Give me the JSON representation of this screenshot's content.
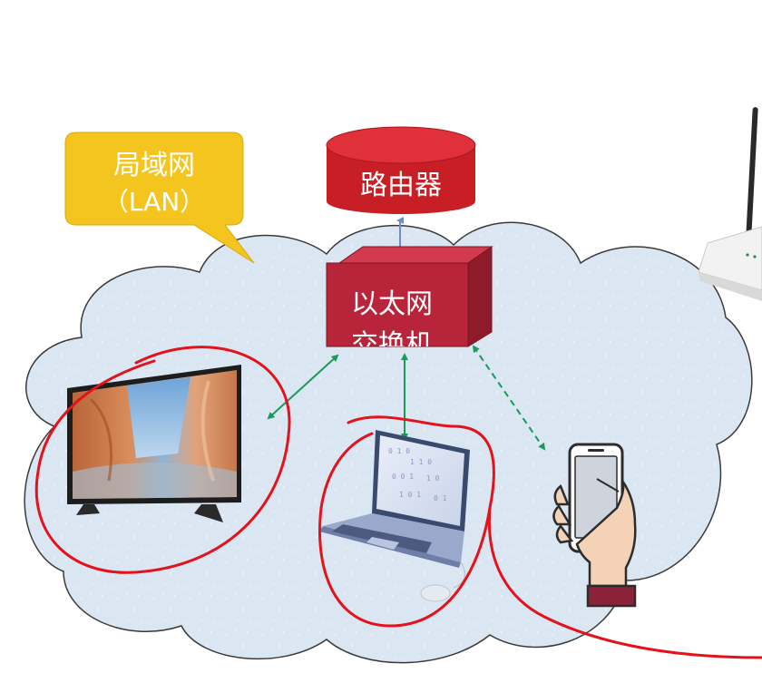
{
  "callout": {
    "line1": "局域网",
    "line2": "（LAN）"
  },
  "router": {
    "label": "路由器"
  },
  "switch": {
    "line1": "以太网",
    "line2": "交换机"
  },
  "devices": [
    {
      "name": "tv"
    },
    {
      "name": "laptop"
    },
    {
      "name": "phone"
    },
    {
      "name": "wifi-router"
    }
  ],
  "colors": {
    "cloud_fill": "#dbe6f3",
    "cloud_stroke": "#3a3a3a",
    "callout_fill": "#f5c51f",
    "callout_text": "#ffffff",
    "router_fill": "#c81e25",
    "router_top": "#e0303a",
    "switch_front": "#b8243a",
    "switch_top": "#d13a4f",
    "switch_side": "#8e1a2a",
    "link_green": "#1a9a5a",
    "annotation_red": "#e3121b"
  }
}
